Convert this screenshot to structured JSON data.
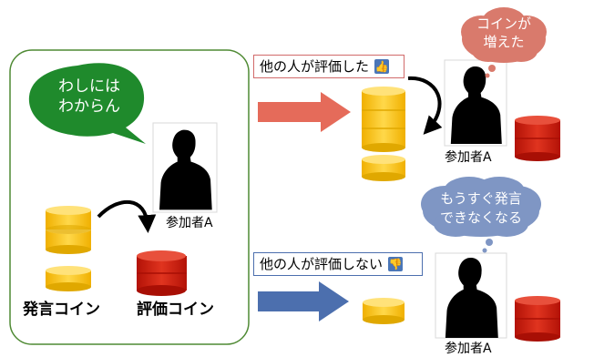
{
  "colors": {
    "panel_border": "#4f8a34",
    "speech_green": "#1f8a2c",
    "coin_yellow": "#ffc400",
    "coin_red": "#d01c10",
    "arrow_red": "#e56b5a",
    "arrow_blue": "#4c6fae",
    "cloud_red": "#d97a6c",
    "cloud_blue": "#7f96c4",
    "box_red_border": "#d16a6a",
    "box_blue_border": "#4c6fae"
  },
  "left_panel": {
    "speech": [
      "わしには",
      "わからん"
    ],
    "person_label": "参加者A",
    "coin_label_speak": "発言コイン",
    "coin_label_eval": "評価コイン"
  },
  "top_row": {
    "box_text": "他の人が評価した",
    "box_icon": "thumbs-up-icon",
    "cloud": [
      "コインが",
      "増えた"
    ],
    "person_label": "参加者A"
  },
  "bottom_row": {
    "box_text": "他の人が評価しない",
    "box_icon": "thumbs-down-icon",
    "cloud": [
      "もうすぐ発言",
      "できなくなる"
    ],
    "person_label": "参加者A"
  }
}
